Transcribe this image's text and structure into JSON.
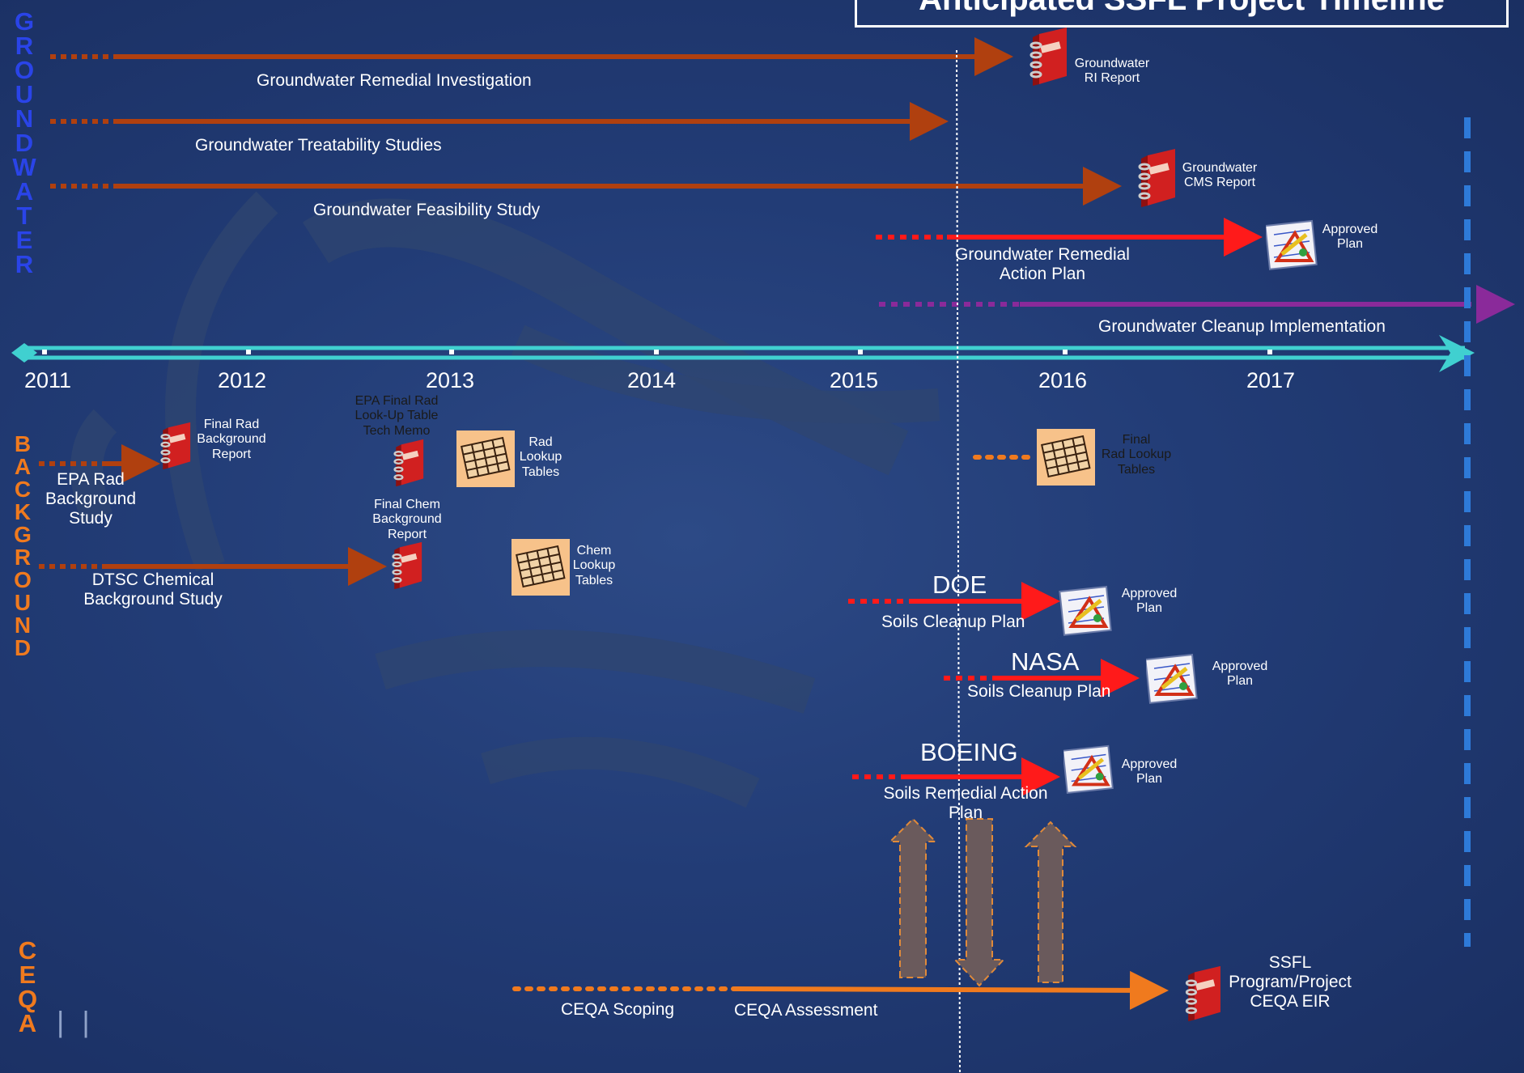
{
  "title": "Anticipated SSFL Project Timeline",
  "sections": {
    "groundwater": "G\nR\nO\nU\nN\nD\nW\nA\nT\nE\nR",
    "background": "B\nA\nC\nK\nG\nR\nO\nU\nN\nD",
    "ceqa": "C\nE\nQ\nA"
  },
  "years": [
    "2011",
    "2012",
    "2013",
    "2014",
    "2015",
    "2016",
    "2017"
  ],
  "groundwater": {
    "ri_label": "Groundwater Remedial Investigation",
    "ri_report_line1": "Groundwater",
    "ri_report_line2": "RI Report",
    "treat_label": "Groundwater Treatability Studies",
    "fs_label": "Groundwater Feasibility Study",
    "cms_report_line1": "Groundwater",
    "cms_report_line2": "CMS Report",
    "rap_label_line1": "Groundwater Remedial",
    "rap_label_line2": "Action Plan",
    "approved_line1": "Approved",
    "approved_line2": "Plan",
    "cleanup_label": "Groundwater Cleanup Implementation"
  },
  "background": {
    "epa_study_line1": "EPA Rad",
    "epa_study_line2": "Background",
    "epa_study_line3": "Study",
    "final_rad_line1": "Final Rad",
    "final_rad_line2": "Background",
    "final_rad_line3": "Report",
    "epa_memo_line1": "EPA Final Rad",
    "epa_memo_line2": "Look-Up Table",
    "epa_memo_line3": "Tech Memo",
    "rad_lookup_line1": "Rad",
    "rad_lookup_line2": "Lookup",
    "rad_lookup_line3": "Tables",
    "final_chem_line1": "Final Chem",
    "final_chem_line2": "Background",
    "final_chem_line3": "Report",
    "dtsc_line1": "DTSC Chemical",
    "dtsc_line2": "Background  Study",
    "chem_lookup_line1": "Chem",
    "chem_lookup_line2": "Lookup",
    "chem_lookup_line3": "Tables",
    "final_rad_lookup_line1": "Final",
    "final_rad_lookup_line2": "Rad Lookup",
    "final_rad_lookup_line3": "Tables"
  },
  "soils": {
    "doe_title": "DOE",
    "doe_plan": "Soils Cleanup Plan",
    "nasa_title": "NASA",
    "nasa_plan": "Soils Cleanup Plan",
    "boeing_title": "BOEING",
    "boeing_plan_line1": "Soils Remedial Action",
    "boeing_plan_line2": "Plan",
    "approved_line1": "Approved",
    "approved_line2": "Plan"
  },
  "ceqa": {
    "scoping": "CEQA Scoping",
    "assessment": "CEQA Assessment",
    "eir_line1": "SSFL",
    "eir_line2": "Program/Project",
    "eir_line3": "CEQA  EIR"
  },
  "colors": {
    "background": "#223c76",
    "groundwater_arrow": "#b0400f",
    "plan_arrow": "#ff1a1a",
    "cleanup_arrow": "#8a2a9a",
    "ceqa_arrow": "#f07a1e",
    "timeline": "#40d0d0",
    "groundwater_label": "#2a44e8",
    "background_label": "#f07a1e",
    "ceqa_label": "#f07a1e"
  }
}
